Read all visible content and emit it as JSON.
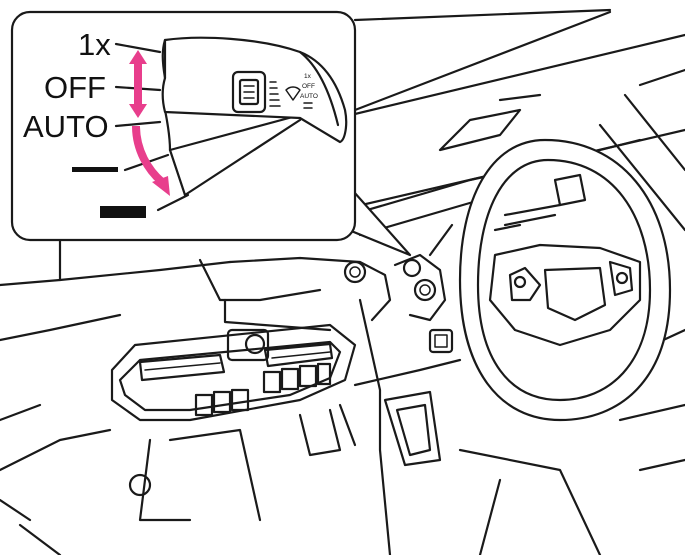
{
  "callout": {
    "positions": [
      {
        "label": "1x"
      },
      {
        "label": "OFF"
      },
      {
        "label": "AUTO"
      },
      {
        "label": "",
        "symbol": "short-bar"
      },
      {
        "label": "",
        "symbol": "thick-bar"
      }
    ],
    "stalk_markings": [
      "1x",
      "OFF",
      "AUTO"
    ]
  },
  "colors": {
    "arrow": "#e83e8c",
    "line": "#1a1a1a",
    "background": "#ffffff"
  }
}
